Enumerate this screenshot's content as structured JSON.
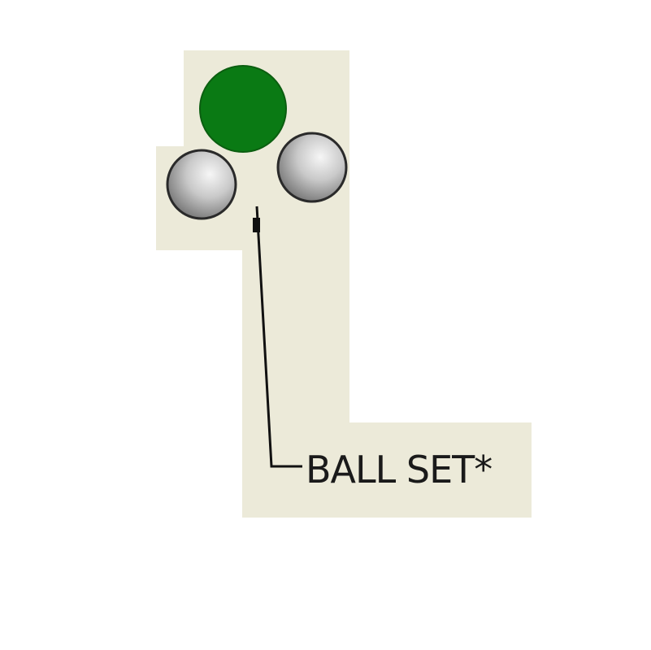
{
  "colors": {
    "page_background": "#ffffff",
    "panel_background": "#ecead9",
    "indicator_active": "#0a7a14",
    "indicator_active_edge": "#0b5e10",
    "indicator_inactive_light": "#f4f4f4",
    "indicator_inactive_dark": "#6f6f6f",
    "indicator_outline": "#2a2a2a",
    "leader_line": "#111111",
    "label_text": "#1a1a1a"
  },
  "indicators": [
    {
      "id": "top",
      "state": "active",
      "icon": "green-indicator-light"
    },
    {
      "id": "left",
      "state": "inactive",
      "icon": "gray-indicator-light"
    },
    {
      "id": "right",
      "state": "inactive",
      "icon": "gray-indicator-light"
    }
  ],
  "label": {
    "text": "BALL SET*"
  }
}
